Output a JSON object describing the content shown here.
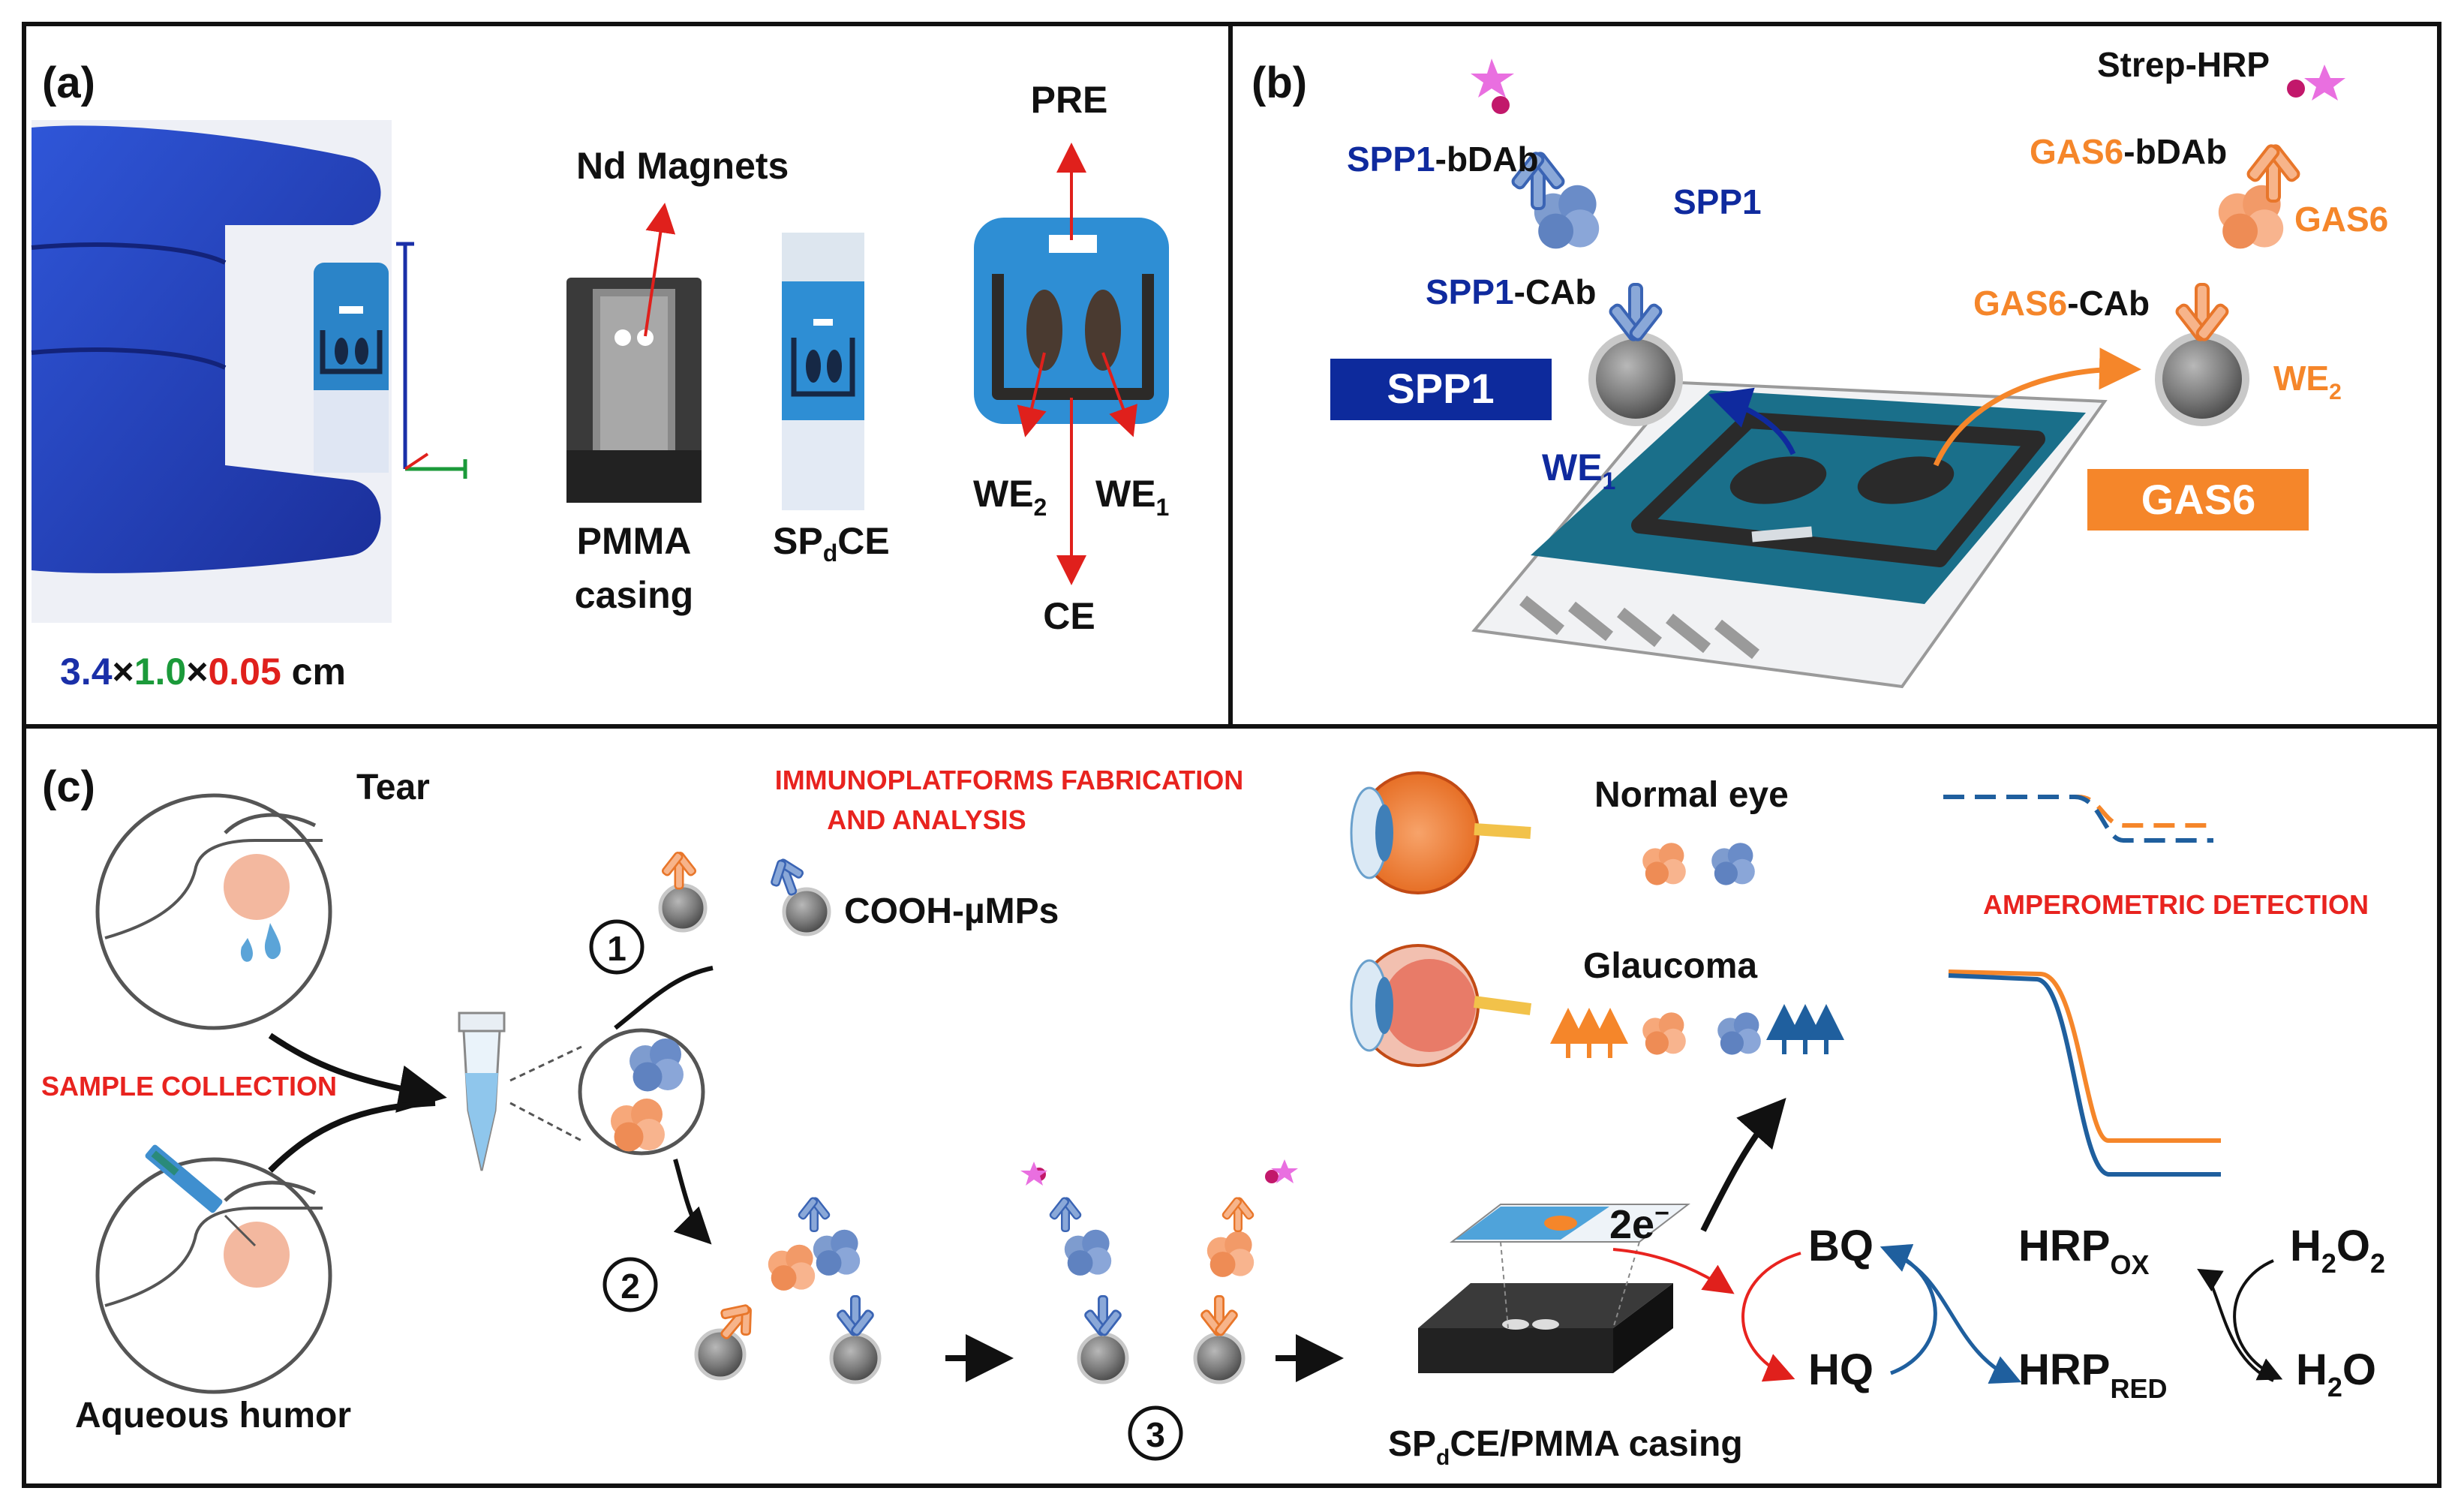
{
  "panel_a": {
    "letter": "(a)",
    "nd_magnets": "Nd Magnets",
    "pmma": "PMMA",
    "casing": "casing",
    "spdce_main": "SP",
    "spdce_sub": "d",
    "spdce_tail": "CE",
    "pre": "PRE",
    "we2_main": "WE",
    "we2_sub": "2",
    "we1_main": "WE",
    "we1_sub": "1",
    "ce": "CE",
    "dim_1": "3.4",
    "dim_x1": "×",
    "dim_2": "1.0",
    "dim_x2": "×",
    "dim_3": "0.05",
    "dim_unit": " cm",
    "colors": {
      "dim_1": "#1a2fa8",
      "dim_2": "#1b9a3a",
      "dim_3": "#e0201c"
    }
  },
  "panel_b": {
    "letter": "(b)",
    "spp1_bdab_a": "SPP1",
    "spp1_bdab_b": "-bDAb",
    "spp1_protein": "SPP1",
    "spp1_cab_a": "SPP1",
    "spp1_cab_b": "-CAb",
    "spp1_box": "SPP1",
    "we1_main": "WE",
    "we1_sub": "1",
    "strep_hrp": "Strep-HRP",
    "gas6_bdab_a": "GAS6",
    "gas6_bdab_b": "-bDAb",
    "gas6_protein": "GAS6",
    "gas6_cab_a": "GAS6",
    "gas6_cab_b": "-CAb",
    "we2_main": "WE",
    "we2_sub": "2",
    "gas6_box": "GAS6",
    "colors": {
      "spp1": "#0f2a9e",
      "gas6": "#f5862a",
      "electrode": "#1a6f8a"
    }
  },
  "panel_c": {
    "letter": "(c)",
    "tear": "Tear",
    "sample_collection": "SAMPLE COLLECTION",
    "aqueous_humor": "Aqueous humor",
    "immuno_line1": "IMMUNOPLATFORMS FABRICATION",
    "immuno_line2": "AND ANALYSIS",
    "cooh": "COOH-µMPs",
    "step1": "1",
    "step2": "2",
    "step3": "3",
    "normal_eye": "Normal eye",
    "glaucoma": "Glaucoma",
    "amperometric": "AMPEROMETRIC DETECTION",
    "two_e": "2e",
    "two_e_sup": "−",
    "casing_a": "SP",
    "casing_sub": "d",
    "casing_b": "CE/PMMA casing",
    "bq": "BQ",
    "hq": "HQ",
    "hrp_ox_main": "HRP",
    "hrp_ox_sub": "OX",
    "hrp_red_main": "HRP",
    "hrp_red_sub": "RED",
    "h2o2_a": "H",
    "h2o2_sub1": "2",
    "h2o2_b": "O",
    "h2o2_sub2": "2",
    "h2o_a": "H",
    "h2o_sub": "2",
    "h2o_b": "O",
    "colors": {
      "red_text": "#e8231f",
      "orange": "#f5862a",
      "blue": "#1f5f9e"
    }
  }
}
